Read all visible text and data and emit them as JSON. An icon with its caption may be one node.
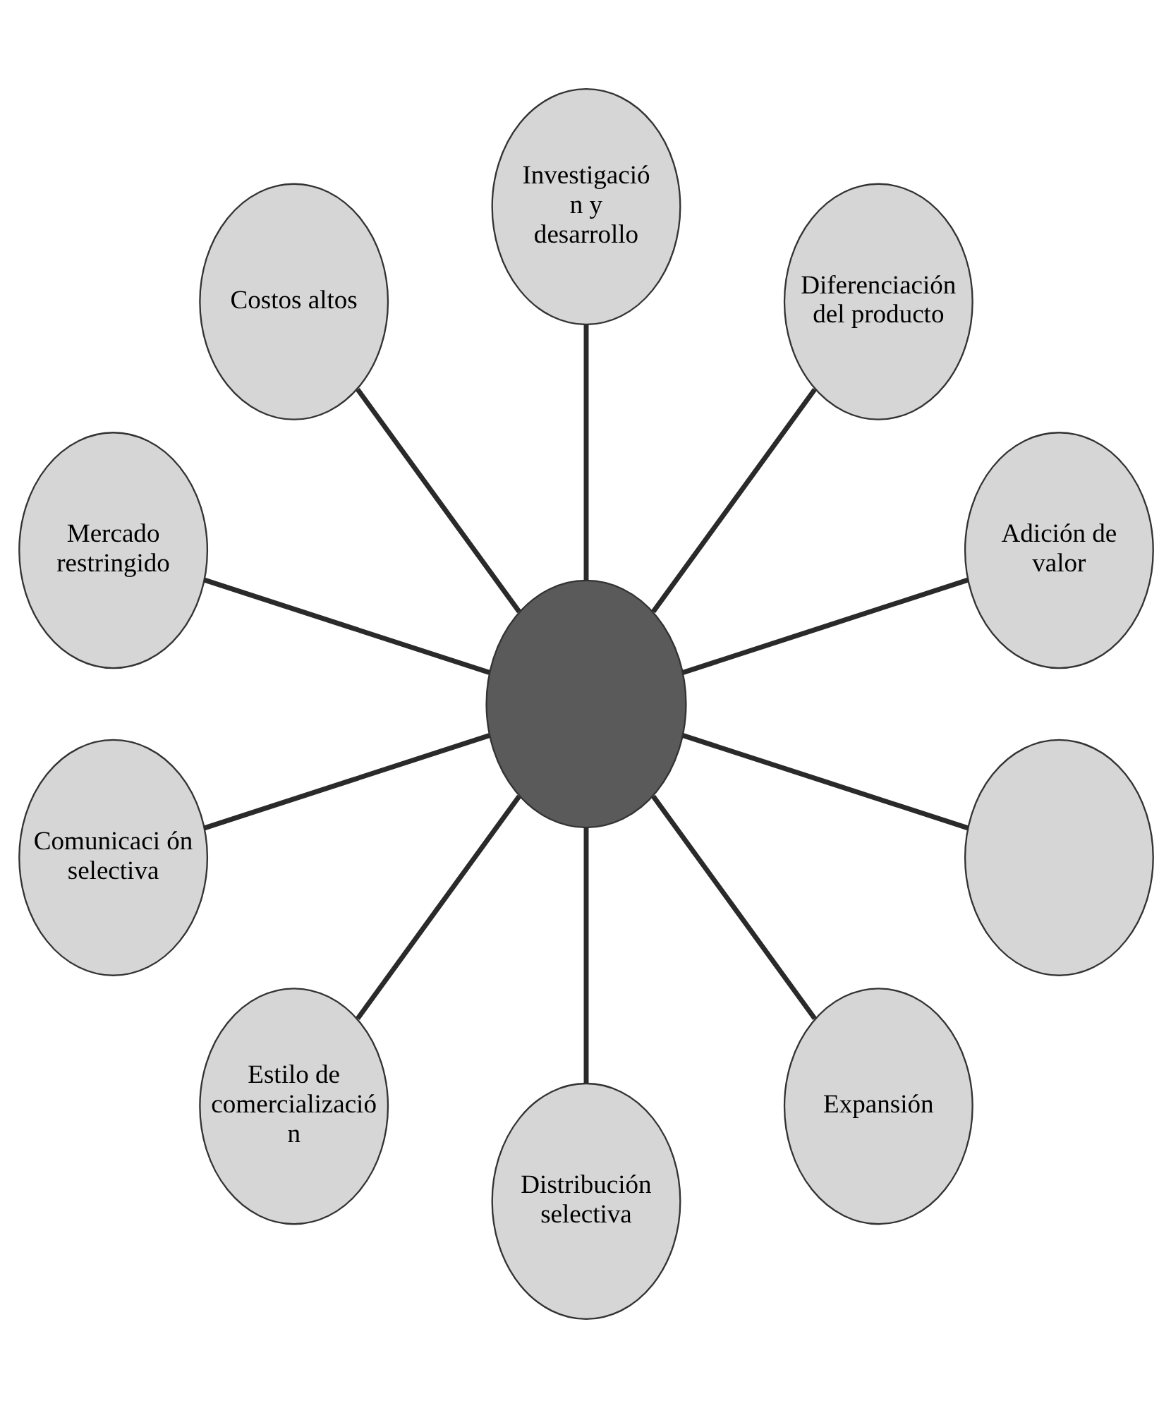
{
  "diagram": {
    "nodes": [
      {
        "text": [],
        "shape": "circle"
      },
      {
        "text": [
          "Adición de valor"
        ]
      },
      {
        "text": [
          "Diferenciación del producto"
        ]
      },
      {
        "text": [
          "Investigació n y desarrollo"
        ]
      },
      {
        "text": [
          "Costos altos"
        ]
      },
      {
        "text": [
          "Mercado restringido"
        ]
      },
      {
        "text": [
          "Comunicaci ón selectiva"
        ]
      },
      {
        "text": [
          "Estilo de comercializació n"
        ]
      },
      {
        "text": [
          "Distribución selectiva"
        ]
      },
      {
        "text": [
          "Expansión"
        ]
      },
      {
        "text": [],
        "shape": "circle"
      }
    ],
    "edges": [
      {
        "from": 0,
        "to": 1,
        "arrow": "none"
      },
      {
        "from": 0,
        "to": 2,
        "arrow": "none"
      },
      {
        "from": 0,
        "to": 3,
        "arrow": "none"
      },
      {
        "from": 0,
        "to": 4,
        "arrow": "none"
      },
      {
        "from": 0,
        "to": 5,
        "arrow": "none"
      },
      {
        "from": 0,
        "to": 6,
        "arrow": "none"
      },
      {
        "from": 0,
        "to": 7,
        "arrow": "none"
      },
      {
        "from": 0,
        "to": 8,
        "arrow": "none"
      },
      {
        "from": 0,
        "to": 9,
        "arrow": "none"
      },
      {
        "from": 0,
        "to": 10,
        "arrow": "none"
      }
    ]
  }
}
